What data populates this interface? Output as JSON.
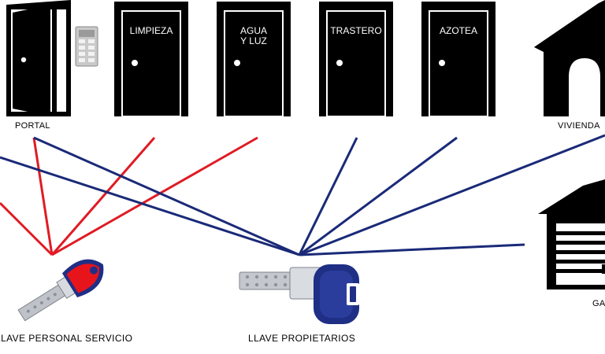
{
  "items": {
    "portal": "PORTAL",
    "limpieza": "LIMPIEZA",
    "agua_luz": "AGUA\nY LUZ",
    "trastero": "TRASTERO",
    "azotea": "AZOTEA",
    "vivienda": "VIVIENDA",
    "garaje": "GARAJE"
  },
  "keys": {
    "servicio": "LLAVE PERSONAL SERVICIO",
    "propietarios": "LLAVE PROPIETARIOS"
  },
  "colors": {
    "servicio_line": "#e01b24",
    "propietarios_line": "#1a2a78",
    "door": "#000000",
    "key_servicio_head": "#e8141b",
    "key_propietarios_head": "#1f2f86"
  },
  "access": {
    "servicio": [
      "portal",
      "limpieza",
      "agua_luz"
    ],
    "propietarios": [
      "portal",
      "trastero",
      "azotea",
      "vivienda",
      "garaje"
    ]
  }
}
